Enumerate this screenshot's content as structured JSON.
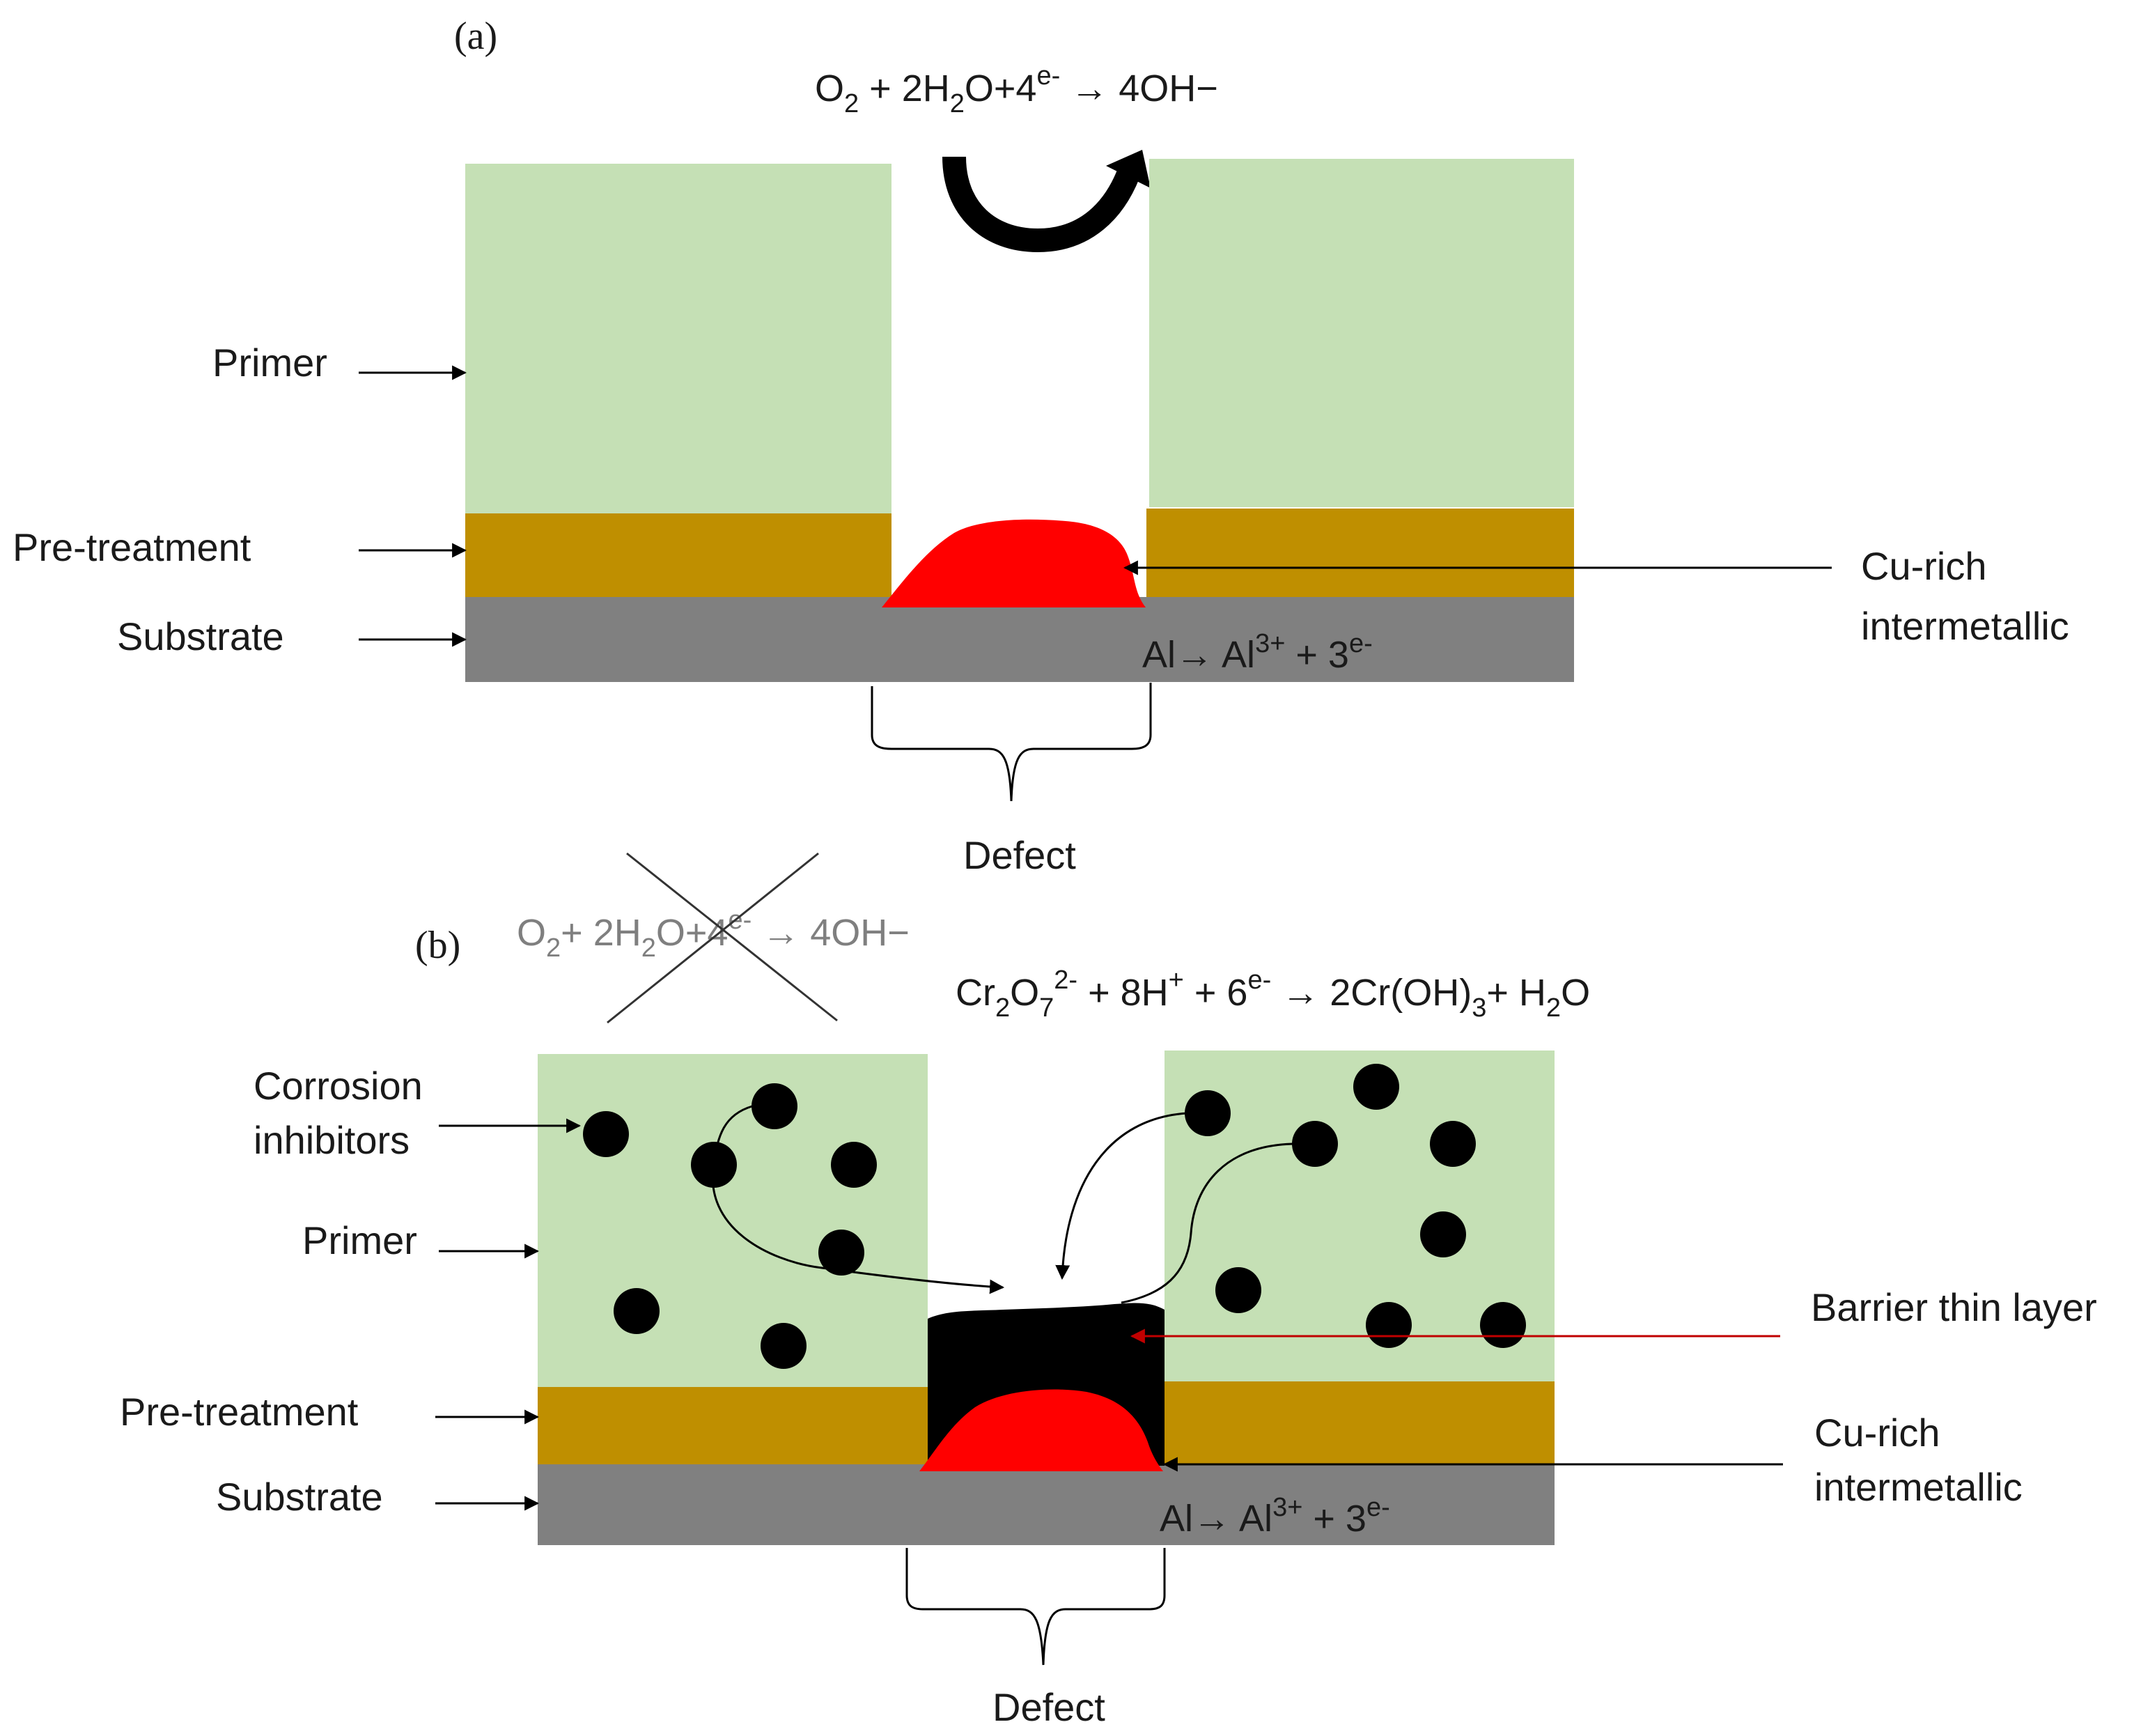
{
  "colors": {
    "primer": "#c5e0b5",
    "pretreatment": "#bf8f00",
    "substrate": "#808080",
    "intermetallic": "#ff0000",
    "barrier": "#000000",
    "inhibitor": "#000000"
  },
  "panel_a": {
    "label": "(a)",
    "cathodic_reaction": {
      "o": "O",
      "o_sub": "2",
      "mid": " + 2H",
      "h_sub": "2",
      "o2": "O+4",
      "e_sup": "e-",
      "arrow": " → ",
      "product": "4OH−"
    },
    "anodic_reaction": {
      "al": "Al",
      "arrow": "→",
      "al2": " Al",
      "al_sup": "3+",
      "rest": " + 3",
      "e_sup": "e-"
    },
    "labels": {
      "primer": "Primer",
      "pretreatment": "Pre-treatment",
      "substrate": "Substrate",
      "intermetallic_line1": "Cu-rich",
      "intermetallic_line2": "intermetallic",
      "defect": "Defect"
    }
  },
  "panel_b": {
    "label": "(b)",
    "blocked_reaction": {
      "o": "O",
      "o_sub": "2",
      "mid": "+ 2H",
      "h_sub": "2",
      "o2": "O+4",
      "e_sup": "e-",
      "arrow": " → ",
      "product": "4OH−"
    },
    "chromate_reaction": {
      "cr": "Cr",
      "cr_sub": "2",
      "o": "O",
      "o_sub": "7",
      "o_sup": "2-",
      "mid": " + 8H",
      "h_sup": "+",
      "rest": " + 6",
      "e_sup": "e-",
      "arrow": " → ",
      "product": "2Cr(OH)",
      "product_sub": "3",
      "water": "+ H",
      "water_sub": "2",
      "water_o": "O"
    },
    "anodic_reaction": {
      "al": "Al",
      "arrow": "→",
      "al2": " Al",
      "al_sup": "3+",
      "rest": " + 3",
      "e_sup": "e-"
    },
    "labels": {
      "inhibitors_line1": "Corrosion",
      "inhibitors_line2": "inhibitors",
      "primer": "Primer",
      "pretreatment": "Pre-treatment",
      "substrate": "Substrate",
      "barrier": "Barrier thin layer",
      "intermetallic_line1": "Cu-rich",
      "intermetallic_line2": "intermetallic",
      "defect": "Defect"
    }
  }
}
